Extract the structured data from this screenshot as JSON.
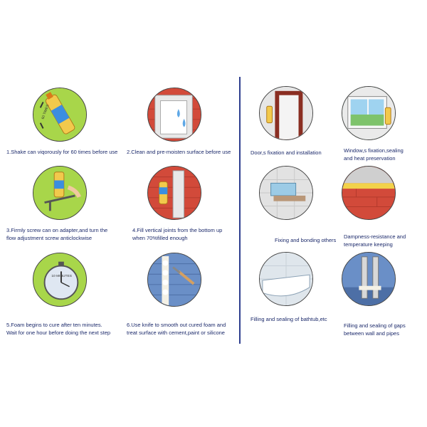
{
  "left_steps": [
    {
      "icon": "shake-can-icon",
      "caption": "1.Shake can viqorously for 60 times before use",
      "label": "60 TIMES"
    },
    {
      "icon": "moisten-surface-icon",
      "caption": "2.Clean and pre-moisten surface before use"
    },
    {
      "icon": "screw-adapter-icon",
      "caption": "3.Firmly screw can on adapter,and turn the\nflow adjustment screw anticlockwise"
    },
    {
      "icon": "fill-joint-icon",
      "caption": "4.Fill vertical joints from the bottom up\nwhen 70%filled enough"
    },
    {
      "icon": "stopwatch-icon",
      "caption": "5.Foam begins to cure after ten minutes.\nWait for one hour before doing the next step",
      "label": "10 MINUTES"
    },
    {
      "icon": "knife-smooth-icon",
      "caption": "6.Use knife to smooth out cured foam and\ntreat surface with cement,paint or silicone"
    }
  ],
  "right_uses": [
    {
      "icon": "door-fixation-icon",
      "caption": "Door,s fixation and installation"
    },
    {
      "icon": "window-fixation-icon",
      "caption": "Window,s fixation,sealing\nand heat preservation"
    },
    {
      "icon": "fixing-bonding-icon",
      "caption": "Fixing and bonding others"
    },
    {
      "icon": "dampness-resistance-icon",
      "caption": "Dampness-resistance and\ntemperature keeping"
    },
    {
      "icon": "bathtub-sealing-icon",
      "caption": "Filling and sealing of bathtub,etc"
    },
    {
      "icon": "pipe-gap-sealing-icon",
      "caption": "Filling and sealing of gaps\nbetween wall and pipes"
    }
  ]
}
